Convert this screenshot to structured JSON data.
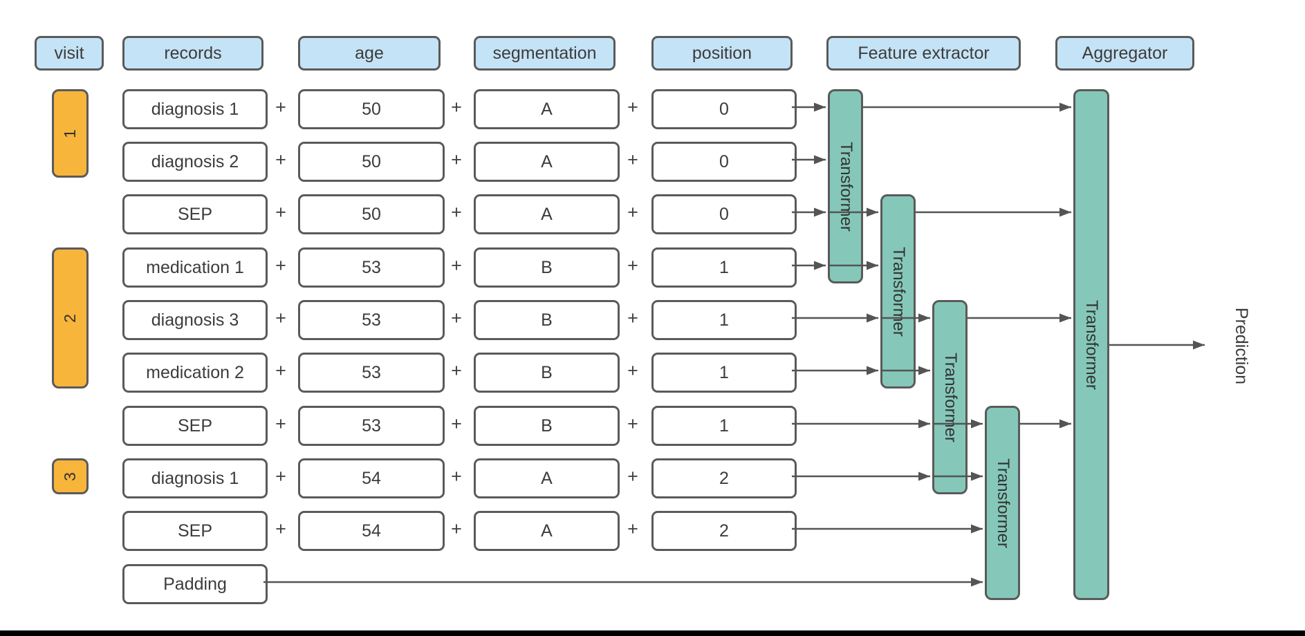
{
  "headers": {
    "visit": "visit",
    "records": "records",
    "age": "age",
    "segmentation": "segmentation",
    "position": "position",
    "feature_extractor": "Feature extractor",
    "aggregator": "Aggregator"
  },
  "plus": "+",
  "visits": [
    {
      "label": "1"
    },
    {
      "label": "2"
    },
    {
      "label": "3"
    }
  ],
  "rows": [
    {
      "record": "diagnosis 1",
      "age": "50",
      "segmentation": "A",
      "position": "0"
    },
    {
      "record": "diagnosis 2",
      "age": "50",
      "segmentation": "A",
      "position": "0"
    },
    {
      "record": "SEP",
      "age": "50",
      "segmentation": "A",
      "position": "0"
    },
    {
      "record": "medication 1",
      "age": "53",
      "segmentation": "B",
      "position": "1"
    },
    {
      "record": "diagnosis 3",
      "age": "53",
      "segmentation": "B",
      "position": "1"
    },
    {
      "record": "medication 2",
      "age": "53",
      "segmentation": "B",
      "position": "1"
    },
    {
      "record": "SEP",
      "age": "53",
      "segmentation": "B",
      "position": "1"
    },
    {
      "record": "diagnosis 1",
      "age": "54",
      "segmentation": "A",
      "position": "2"
    },
    {
      "record": "SEP",
      "age": "54",
      "segmentation": "A",
      "position": "2"
    },
    {
      "record": "Padding"
    }
  ],
  "transformers": [
    "Transformer",
    "Transformer",
    "Transformer",
    "Transformer"
  ],
  "aggregator_transformer": "Transformer",
  "prediction": "Prediction",
  "colors": {
    "header_fill": "#c5e3f6",
    "visit_fill": "#f8b53c",
    "transformer_fill": "#85c8b9",
    "box_border": "#5a5a5a",
    "arrow": "#545454",
    "text": "#3c3c3c",
    "footer_bar": "#000000"
  }
}
